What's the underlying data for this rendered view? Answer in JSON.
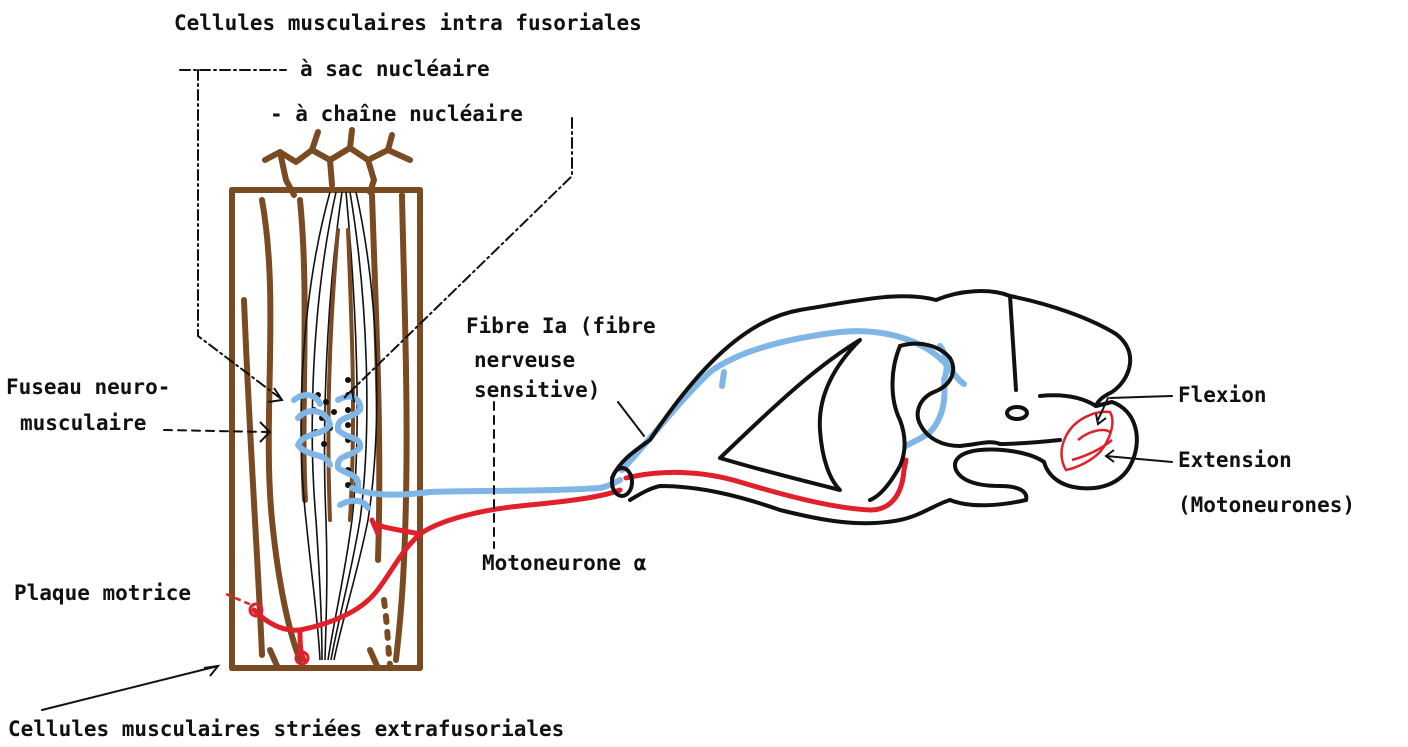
{
  "labels": {
    "intrafusal_title": "Cellules musculaires intra fusoriales",
    "nuclear_bag": "à sac nucléaire",
    "nuclear_chain": "- à chaîne nucléaire",
    "spindle_line1": "Fuseau neuro-",
    "spindle_line2": "musculaire",
    "fiber_line1": "Fibre Ia (fibre",
    "fiber_line2": "nerveuse",
    "fiber_line3": "sensitive)",
    "motoneuron": "Motoneurone α",
    "motor_plate": "Plaque motrice",
    "flexion": "Flexion",
    "extension": "Extension",
    "motoneurons": "(Motoneurones)",
    "extrafusal": "Cellules musculaires striées extrafusoriales"
  },
  "colors": {
    "muscle": "#7a4a22",
    "sensory_fiber": "#7fb6e6",
    "motor_fiber": "#e0202a",
    "outline": "#111111"
  }
}
